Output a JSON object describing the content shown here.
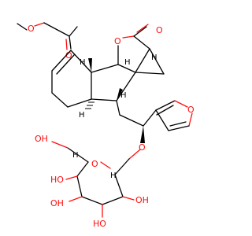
{
  "diagram": {
    "type": "skeletal-formula",
    "colors": {
      "carbon_bonds": "#000000",
      "oxygen": "#ff0d0d",
      "background": "#ffffff"
    },
    "atom_labels": {
      "ester_oxygen": "O",
      "ester_carbonyl_oxygen": "O",
      "lactone_ring_oxygen": "O",
      "lactone_carbonyl_oxygen": "O",
      "furan_oxygen": "O",
      "glycosidic_oxygen": "O",
      "pyranose_ring_oxygen": "O",
      "ch2oh_label": "OH",
      "oh_c2_label": "OH",
      "oh_c3_label": "HO",
      "oh_c4_label": "OH",
      "oh_c5_label": "HO",
      "stereo_h_1": "H",
      "stereo_h_2": "H",
      "stereo_h_3": "H",
      "stereo_h_4": "H",
      "stereo_h_5": "H",
      "stereo_h_6": "H",
      "stereo_h_7": "H"
    }
  }
}
